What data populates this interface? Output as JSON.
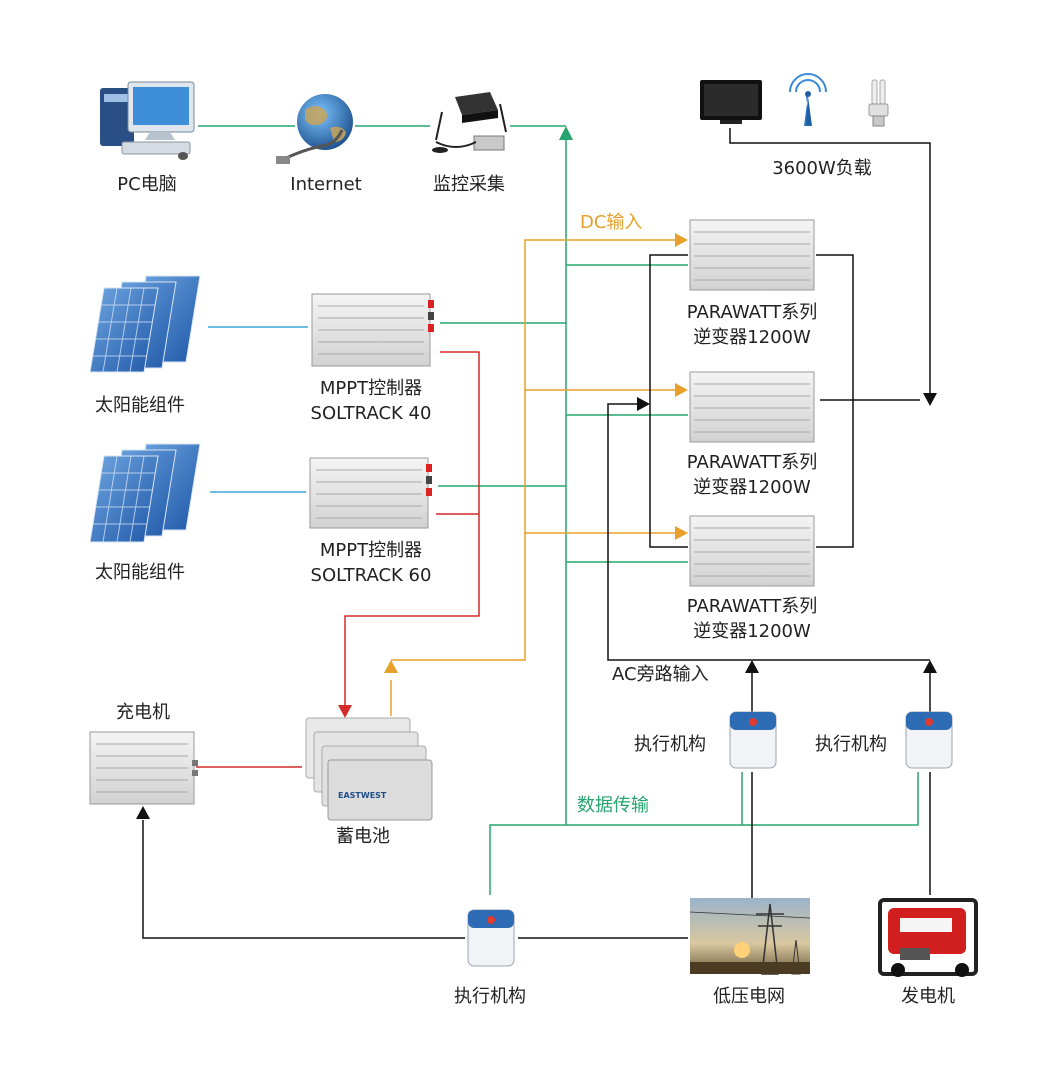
{
  "labels": {
    "pc": "PC电脑",
    "internet": "Internet",
    "monitor": "监控采集",
    "load": "3600W负载",
    "dc_input": "DC输入",
    "solar1": "太阳能组件",
    "solar2": "太阳能组件",
    "mppt40_line1": "MPPT控制器",
    "mppt40_line2": "SOLTRACK 40",
    "mppt60_line1": "MPPT控制器",
    "mppt60_line2": "SOLTRACK 60",
    "inv1_line1": "PARAWATT系列",
    "inv1_line2": "逆变器1200W",
    "inv2_line1": "PARAWATT系列",
    "inv2_line2": "逆变器1200W",
    "inv3_line1": "PARAWATT系列",
    "inv3_line2": "逆变器1200W",
    "ac_bypass": "AC旁路输入",
    "charger": "充电机",
    "battery": "蓄电池",
    "battery_brand": "EASTWEST",
    "actuator_left": "执行机构",
    "actuator_right": "执行机构",
    "actuator_bottom": "执行机构",
    "data_transfer": "数据传输",
    "grid": "低压电网",
    "generator": "发电机"
  },
  "colors": {
    "green_line": "#27a56e",
    "blue_line": "#3fa6d6",
    "orange_line": "#e8a02a",
    "red_line": "#d42a2a",
    "black_line": "#111111"
  }
}
